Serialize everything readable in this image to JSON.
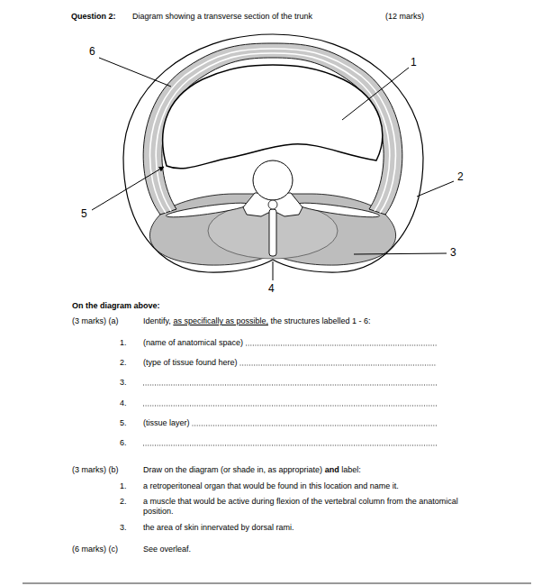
{
  "diagram": {
    "title": "Question 2:",
    "labels": [
      "Diagram showing a transverse section of the trunk",
      "(12 marks)",
      "6",
      "1",
      "2",
      "3",
      "5",
      "4",
      "On the diagram above:",
      "(3 marks) (a)",
      "Identify,",
      "as specifically as possible,",
      "the structures labelled 1 - 6:",
      "1.",
      "(name of anatomical space)",
      "2.",
      "(type of tissue found here)",
      "3.",
      "4.",
      "5.",
      "(tissue layer)",
      "6.",
      "(3 marks) (b)",
      "Draw on the diagram (or shade in, as appropriate)",
      "and",
      "label:",
      "1.",
      "a retroperitoneal organ that would be found in this location and name it.",
      "2.",
      "a muscle that would be active during flexion of the vertebral column from the anatomical position.",
      "3.",
      "the area of skin innervated by dorsal rami.",
      "(6 marks) (c)",
      "See overleaf."
    ]
  }
}
